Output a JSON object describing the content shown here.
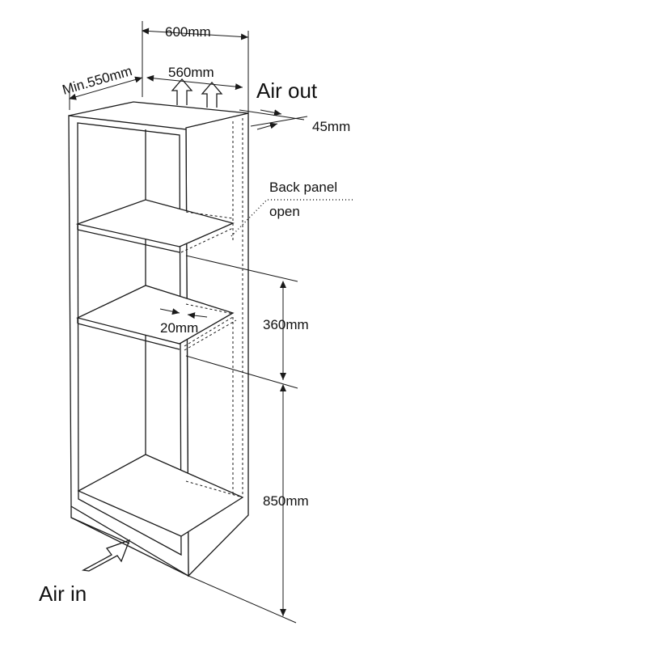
{
  "labels": {
    "width_600": "600mm",
    "min_550": "Min.550mm",
    "width_560": "560mm",
    "air_out": "Air out",
    "gap_45": "45mm",
    "back_panel_line1": "Back panel",
    "back_panel_line2": "open",
    "gap_20": "20mm",
    "height_360": "360mm",
    "height_850": "850mm",
    "air_in": "Air in"
  }
}
